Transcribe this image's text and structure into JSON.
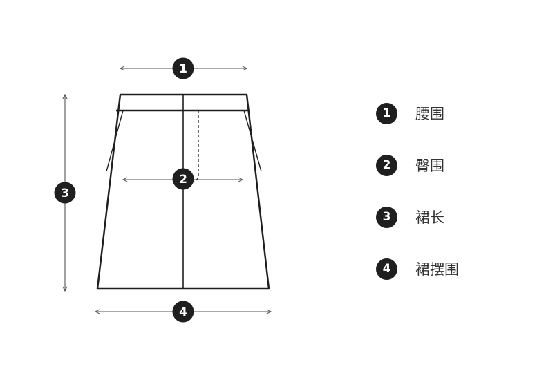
{
  "colors": {
    "line": "#1f1f1f",
    "dim": "#555555",
    "badge": "#1f1f1f",
    "label": "#333333"
  },
  "dimensions": [
    {
      "number": "1",
      "name": "腰围"
    },
    {
      "number": "2",
      "name": "臀围"
    },
    {
      "number": "3",
      "name": "裙长"
    },
    {
      "number": "4",
      "name": "裙摆围"
    }
  ]
}
